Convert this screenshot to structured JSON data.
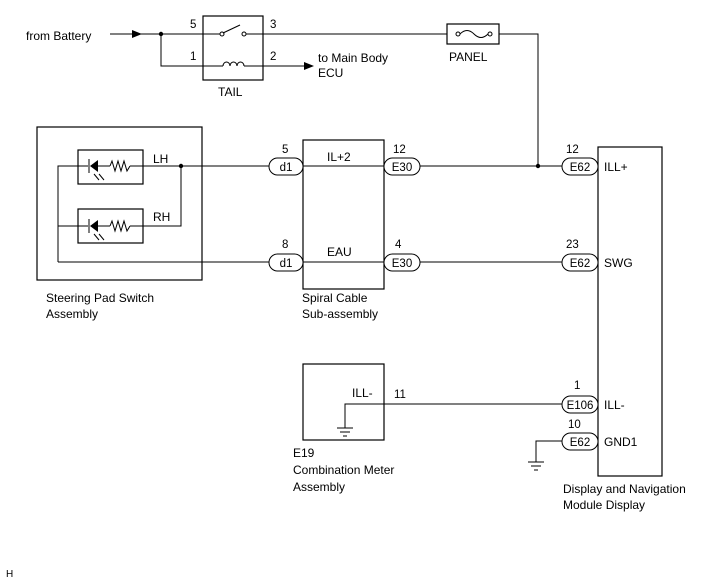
{
  "labels": {
    "from_battery": "from Battery",
    "to_main_body_1": "to Main Body",
    "to_main_body_2": "ECU",
    "tail": "TAIL",
    "panel": "PANEL",
    "lh": "LH",
    "rh": "RH",
    "steering_1": "Steering Pad Switch",
    "steering_2": "Assembly",
    "spiral_1": "Spiral Cable",
    "spiral_2": "Sub-assembly",
    "il2": "IL+2",
    "eau": "EAU",
    "ill_minus_meter": "ILL-",
    "meter_code": "E19",
    "meter_1": "Combination Meter",
    "meter_2": "Assembly",
    "display_1": "Display and Navigation",
    "display_2": "Module Display",
    "ill_plus": "ILL+",
    "swg": "SWG",
    "ill_minus": "ILL-",
    "gnd1": "GND1",
    "footer": "H"
  },
  "pins": {
    "relay_5": "5",
    "relay_3": "3",
    "relay_1": "1",
    "relay_2": "2",
    "spiral_d1_top": "5",
    "spiral_e30_top": "12",
    "spiral_d1_bottom": "8",
    "spiral_e30_bottom": "4",
    "display_ill_plus": "12",
    "display_swg": "23",
    "display_ill_minus": "1",
    "display_gnd1": "10",
    "meter_ill_minus": "11"
  },
  "connectors": {
    "d1_top": "d1",
    "e30_top": "E30",
    "d1_bottom": "d1",
    "e30_bottom": "E30",
    "e62_ill": "E62",
    "e62_swg": "E62",
    "e106": "E106",
    "e62_gnd": "E62"
  }
}
